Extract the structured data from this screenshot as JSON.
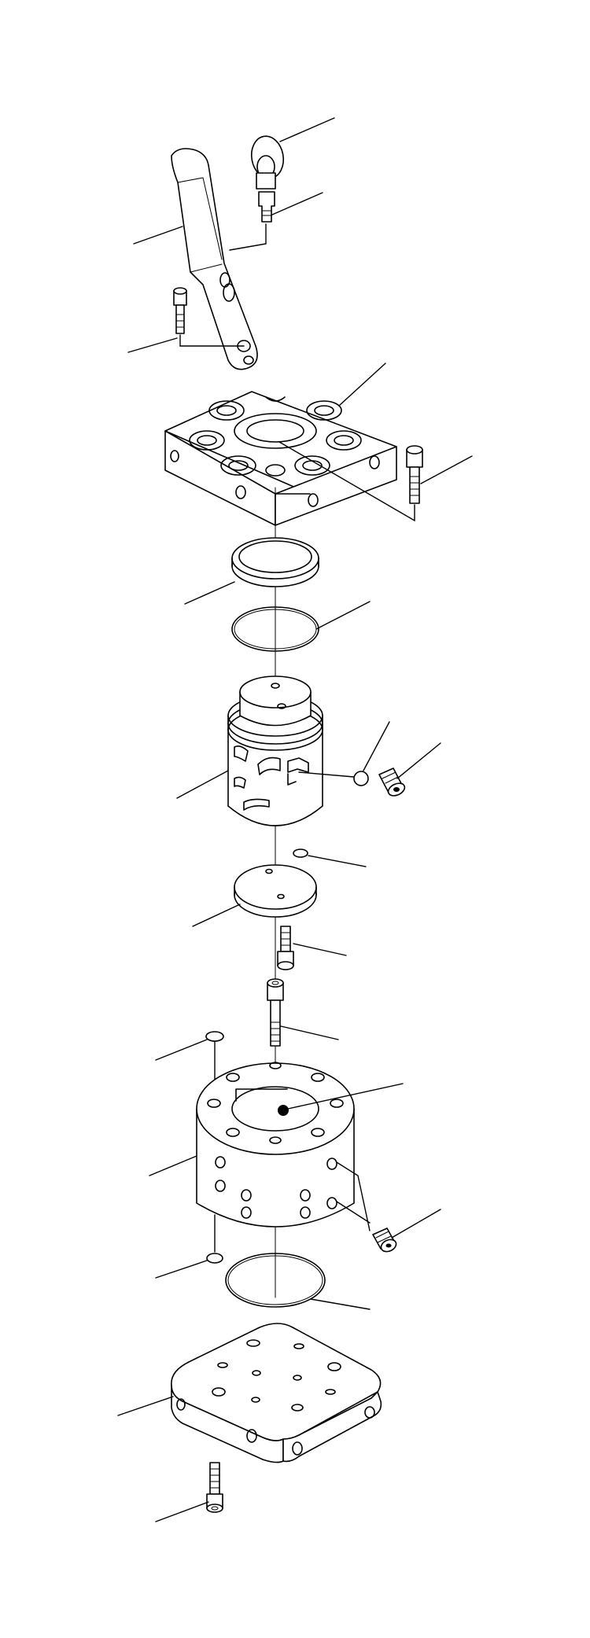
{
  "figure": {
    "kind": "exploded-assembly-drawing",
    "line_color": "#000000",
    "background": "#ffffff",
    "parts": [
      "ring-pull",
      "quick-release-pin",
      "lever-handle",
      "lever-screw",
      "top-plate",
      "top-plate-screw",
      "seal-ring",
      "upper-o-ring",
      "rotor",
      "detent-ball",
      "set-screw",
      "small-o-ring",
      "rotor-disc",
      "disc-screw",
      "long-cap-screw",
      "body-o-ring",
      "valve-body",
      "body-port",
      "side-plug-screw",
      "lower-small-o-ring",
      "lower-o-ring",
      "base-plate",
      "base-screw"
    ]
  }
}
